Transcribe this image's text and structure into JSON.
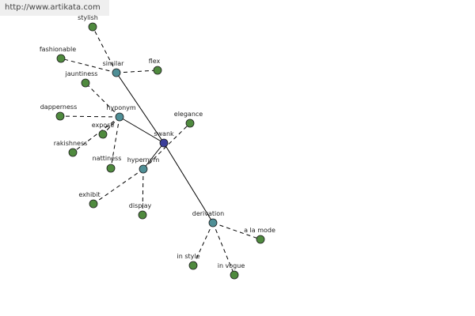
{
  "watermark": "http://www.artikata.com",
  "colors": {
    "center": "#3b3f9a",
    "relation": "#4f8f96",
    "term": "#4f8a3e",
    "edge": "#000000"
  },
  "nodes": [
    {
      "id": "swank",
      "label": "swank",
      "kind": "center"
    },
    {
      "id": "similar",
      "label": "similar",
      "kind": "relation"
    },
    {
      "id": "hyponym",
      "label": "hyponym",
      "kind": "relation"
    },
    {
      "id": "hypernym",
      "label": "hypernym",
      "kind": "relation"
    },
    {
      "id": "derivation",
      "label": "derivation",
      "kind": "relation"
    },
    {
      "id": "stylish",
      "label": "stylish",
      "kind": "term"
    },
    {
      "id": "fashionable",
      "label": "fashionable",
      "kind": "term"
    },
    {
      "id": "flex",
      "label": "flex",
      "kind": "term"
    },
    {
      "id": "jauntiness",
      "label": "jauntiness",
      "kind": "term"
    },
    {
      "id": "dapperness",
      "label": "dapperness",
      "kind": "term"
    },
    {
      "id": "expose",
      "label": "expose",
      "kind": "term"
    },
    {
      "id": "rakishness",
      "label": "rakishness",
      "kind": "term"
    },
    {
      "id": "elegance",
      "label": "elegance",
      "kind": "term"
    },
    {
      "id": "nattiness",
      "label": "nattiness",
      "kind": "term"
    },
    {
      "id": "exhibit",
      "label": "exhibit",
      "kind": "term"
    },
    {
      "id": "display",
      "label": "display",
      "kind": "term"
    },
    {
      "id": "a-la-mode",
      "label": "a la mode",
      "kind": "term"
    },
    {
      "id": "in-style",
      "label": "in style",
      "kind": "term"
    },
    {
      "id": "in-vogue",
      "label": "in vogue",
      "kind": "term"
    }
  ],
  "edges": [
    {
      "from": "swank",
      "to": "similar",
      "style": "solid"
    },
    {
      "from": "swank",
      "to": "hyponym",
      "style": "solid"
    },
    {
      "from": "swank",
      "to": "hypernym",
      "style": "solid"
    },
    {
      "from": "swank",
      "to": "derivation",
      "style": "solid"
    },
    {
      "from": "similar",
      "to": "stylish",
      "style": "dashed"
    },
    {
      "from": "similar",
      "to": "fashionable",
      "style": "dashed"
    },
    {
      "from": "similar",
      "to": "flex",
      "style": "dashed"
    },
    {
      "from": "hyponym",
      "to": "jauntiness",
      "style": "dashed"
    },
    {
      "from": "hyponym",
      "to": "dapperness",
      "style": "dashed"
    },
    {
      "from": "hyponym",
      "to": "expose",
      "style": "dashed"
    },
    {
      "from": "hyponym",
      "to": "rakishness",
      "style": "dashed"
    },
    {
      "from": "hyponym",
      "to": "nattiness",
      "style": "dashed"
    },
    {
      "from": "hypernym",
      "to": "elegance",
      "style": "dashed"
    },
    {
      "from": "hypernym",
      "to": "exhibit",
      "style": "dashed"
    },
    {
      "from": "hypernym",
      "to": "display",
      "style": "dashed"
    },
    {
      "from": "derivation",
      "to": "a-la-mode",
      "style": "dashed"
    },
    {
      "from": "derivation",
      "to": "in-style",
      "style": "dashed"
    },
    {
      "from": "derivation",
      "to": "in-vogue",
      "style": "dashed"
    }
  ]
}
